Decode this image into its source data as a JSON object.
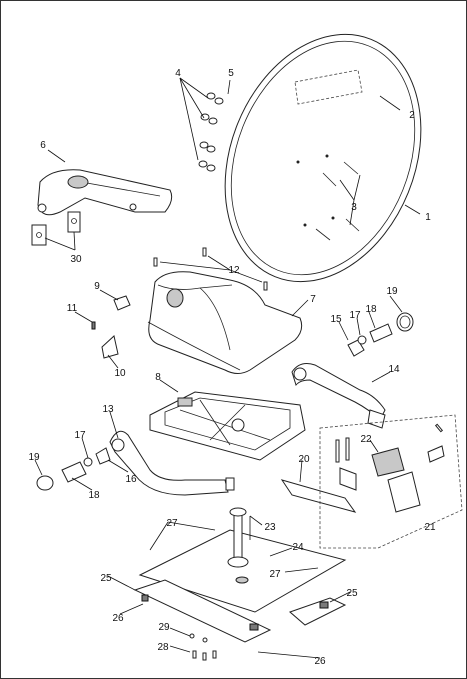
{
  "callouts": {
    "c1": "1",
    "c2": "2",
    "c3": "3",
    "c4": "4",
    "c5": "5",
    "c6": "6",
    "c7": "7",
    "c8": "8",
    "c9": "9",
    "c10": "10",
    "c11": "11",
    "c12": "12",
    "c13": "13",
    "c14": "14",
    "c15": "15",
    "c16": "16",
    "c17a": "17",
    "c17b": "17",
    "c18a": "18",
    "c18b": "18",
    "c19a": "19",
    "c19b": "19",
    "c20": "20",
    "c21": "21",
    "c22": "22",
    "c23": "23",
    "c24": "24",
    "c25a": "25",
    "c25b": "25",
    "c26a": "26",
    "c26b": "26",
    "c27a": "27",
    "c27b": "27",
    "c28": "28",
    "c29": "29",
    "c30": "30"
  },
  "colors": {
    "line": "#222222",
    "shade": "#c8c8c8",
    "dark": "#7a7a7a"
  }
}
